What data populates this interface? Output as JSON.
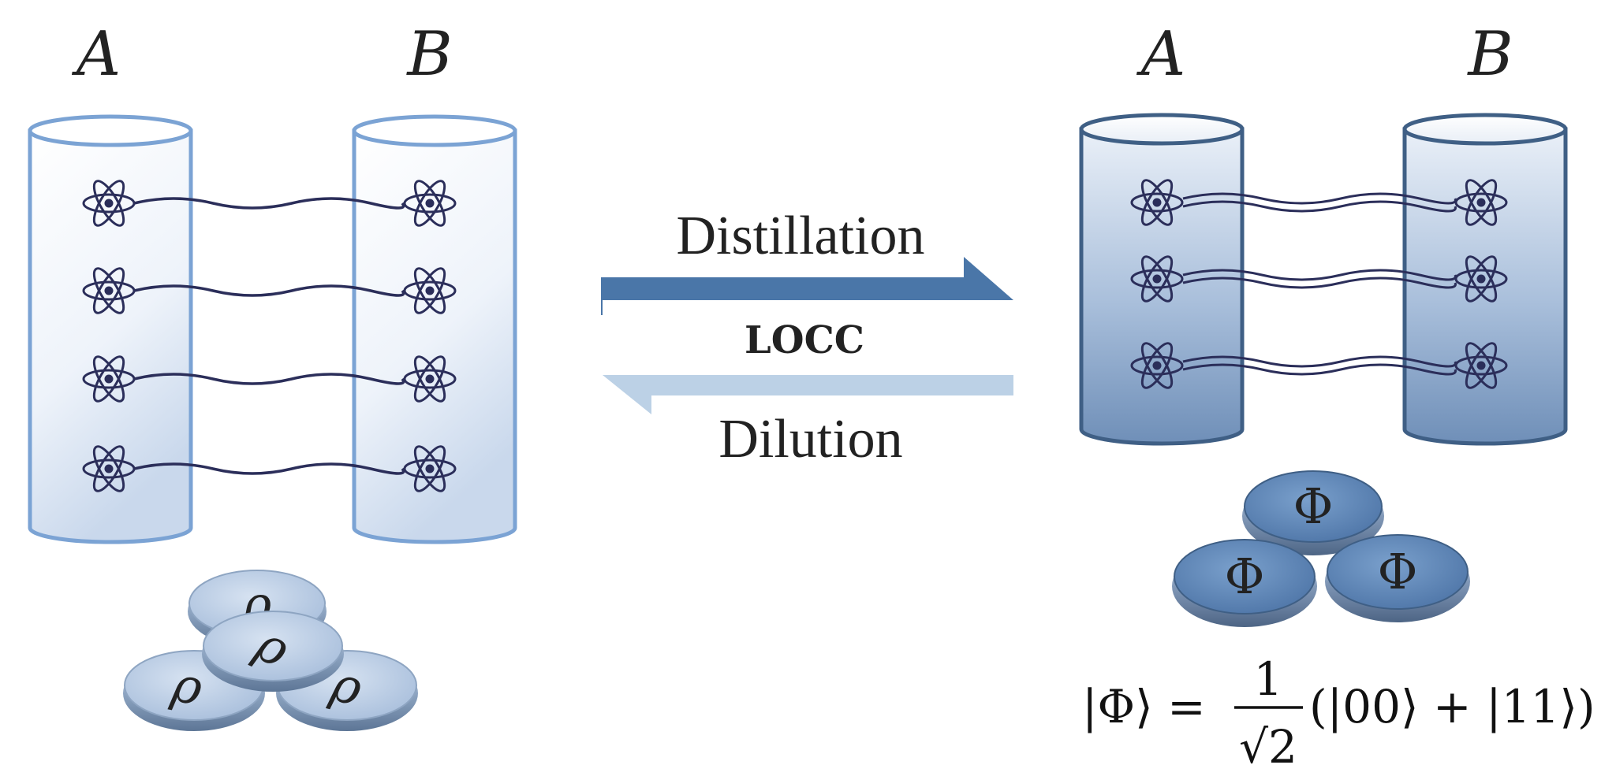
{
  "left": {
    "label_a": "A",
    "label_b": "B",
    "pairs": 4,
    "coin_symbol": "ρ",
    "coins": 4
  },
  "right": {
    "label_a": "A",
    "label_b": "B",
    "pairs": 3,
    "coin_symbol": "Φ",
    "coins": 3
  },
  "process": {
    "forward": "Distillation",
    "middle": "LOCC",
    "backward": "Dilution"
  },
  "equation": {
    "lhs": "|Φ⟩ =",
    "numerator": "1",
    "denominator": "√2",
    "rhs": "(|00⟩ + |11⟩)"
  },
  "colors": {
    "light_cylinder_stroke": "#7BA3D4",
    "dark_cylinder_stroke": "#3F5F85",
    "forward_arrow": "#4A76A8",
    "backward_arrow": "#BCD1E6",
    "atom": "#2B2E5A",
    "light_coin": "#B9CCE4",
    "dark_coin": "#5E87BA"
  }
}
